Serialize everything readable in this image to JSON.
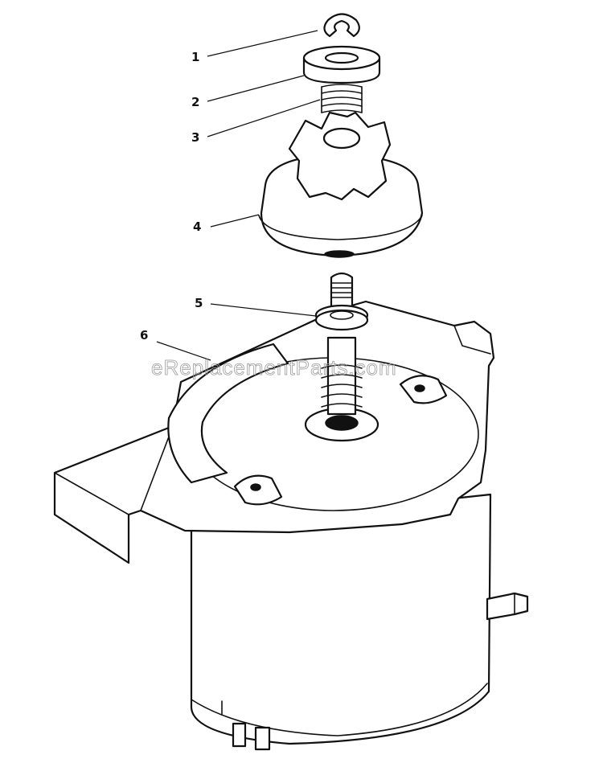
{
  "watermark": "eReplacementParts.com",
  "callouts": [
    {
      "number": "1"
    },
    {
      "number": "2"
    },
    {
      "number": "3"
    },
    {
      "number": "4"
    },
    {
      "number": "5"
    },
    {
      "number": "6"
    }
  ],
  "colors": {
    "line": "#111111",
    "paper": "#ffffff",
    "watermark": "#9a9a9a"
  }
}
